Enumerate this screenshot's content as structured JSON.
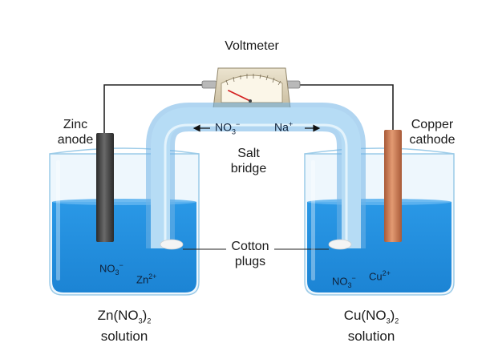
{
  "labels": {
    "voltmeter": "Voltmeter",
    "anode_line1": "Zinc",
    "anode_line2": "anode",
    "cathode_line1": "Copper",
    "cathode_line2": "cathode",
    "salt_bridge_line1": "Salt",
    "salt_bridge_line2": "bridge",
    "cotton_line1": "Cotton",
    "cotton_line2": "plugs",
    "left_solution_formula_base": "Zn(NO",
    "left_solution_formula_sub": "3",
    "left_solution_formula_close": ")",
    "left_solution_formula_sub2": "2",
    "left_solution_word": "solution",
    "right_solution_formula_base": "Cu(NO",
    "right_solution_formula_sub": "3",
    "right_solution_formula_close": ")",
    "right_solution_formula_sub2": "2",
    "right_solution_word": "solution"
  },
  "bridge_ions": {
    "left_base": "NO",
    "left_sub": "3",
    "left_sup": "−",
    "right_base": "Na",
    "right_sup": "+"
  },
  "left_beaker_ions": {
    "nitrate_base": "NO",
    "nitrate_sub": "3",
    "nitrate_sup": "−",
    "metal_base": "Zn",
    "metal_sup": "2+"
  },
  "right_beaker_ions": {
    "nitrate_base": "NO",
    "nitrate_sub": "3",
    "nitrate_sup": "−",
    "metal_base": "Cu",
    "metal_sup": "2+"
  },
  "colors": {
    "solution": "#1f8fe0",
    "glass": "#d6ecf8",
    "zinc_electrode": "#3a3a3a",
    "copper_electrode": "#c9744e",
    "voltmeter_body": "#d8cdb4",
    "needle": "#d42020"
  }
}
